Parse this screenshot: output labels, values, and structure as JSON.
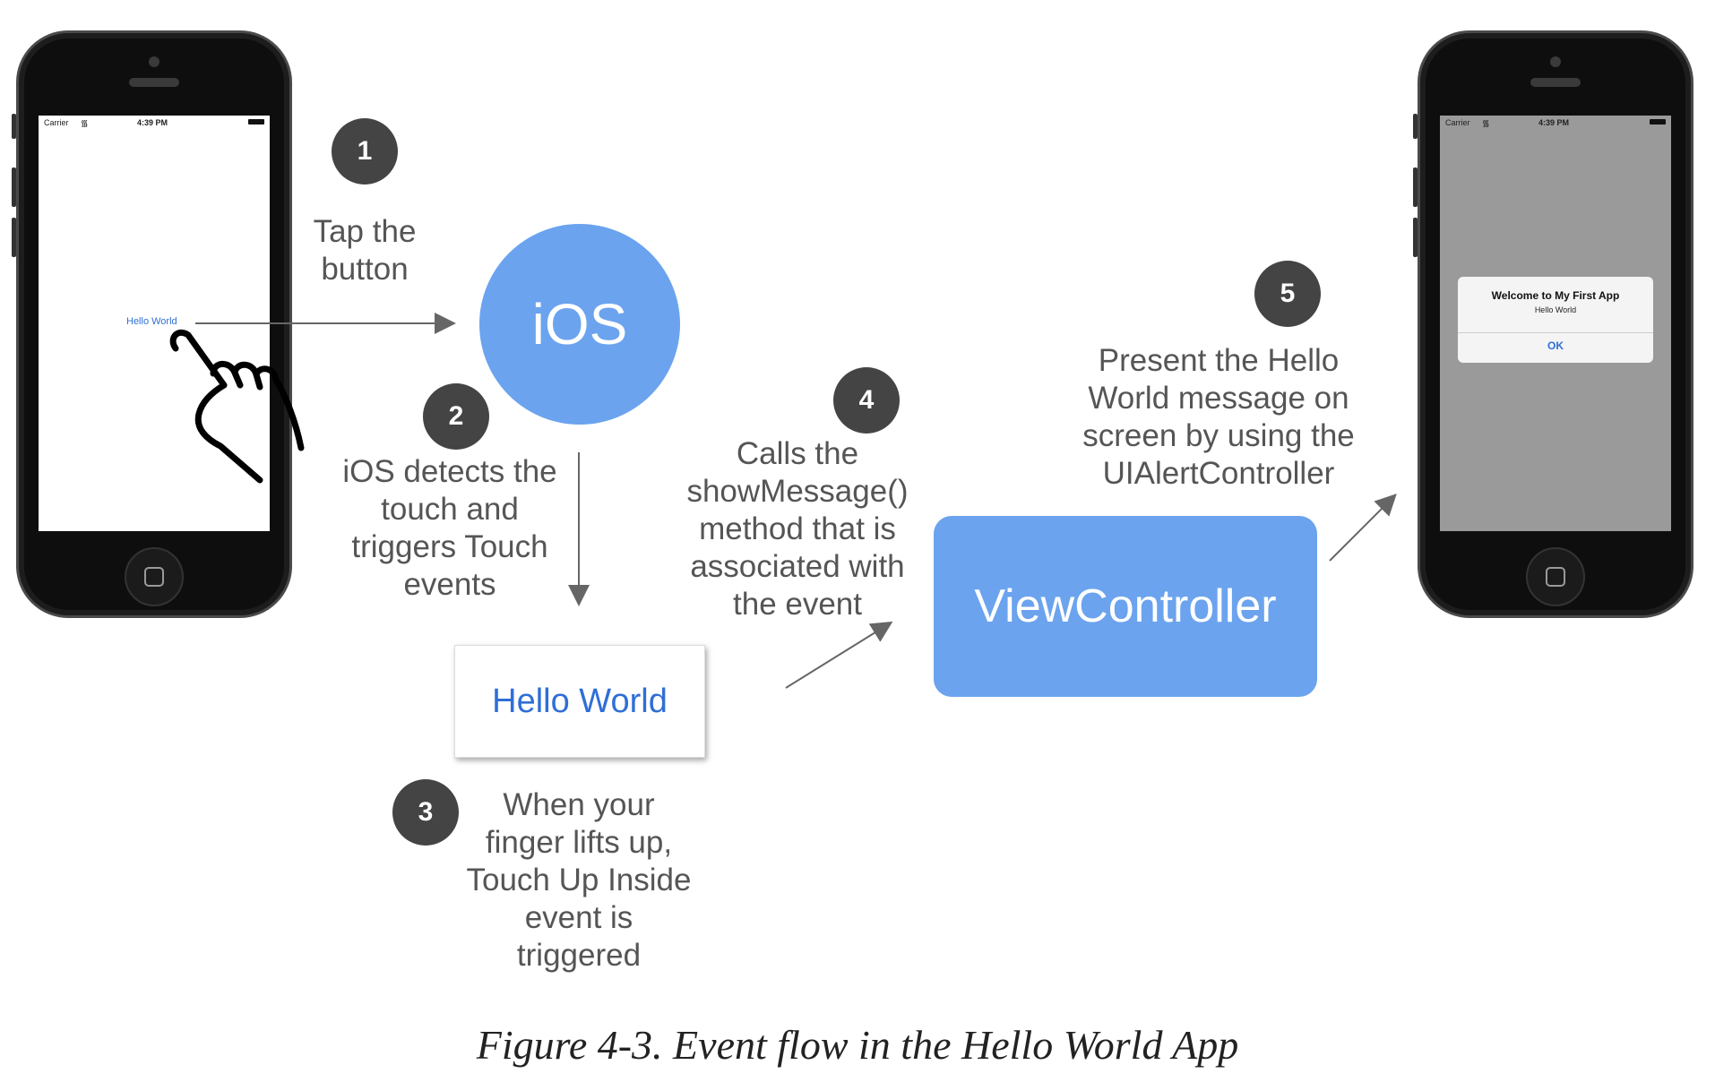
{
  "colors": {
    "accent_blue": "#6ba3ee",
    "step_circle": "#444444",
    "label_text": "#555555",
    "link_blue": "#2f6fd6"
  },
  "left_phone": {
    "status": {
      "carrier": "Carrier",
      "time": "4:39 PM"
    },
    "button_label": "Hello World"
  },
  "right_phone": {
    "status": {
      "carrier": "Carrier",
      "time": "4:39 PM"
    },
    "alert": {
      "title": "Welcome to My First App",
      "message": "Hello World",
      "ok_label": "OK"
    }
  },
  "steps": [
    {
      "number": "1",
      "lines": [
        "Tap the",
        "button"
      ]
    },
    {
      "number": "2",
      "lines": [
        "iOS detects the",
        "touch and",
        "triggers Touch",
        "events"
      ]
    },
    {
      "number": "3",
      "lines": [
        "When your",
        "finger lifts up,",
        "Touch Up Inside",
        "event is",
        "triggered"
      ]
    },
    {
      "number": "4",
      "lines": [
        "Calls the",
        "showMessage()",
        "method that is",
        "associated with",
        "the event"
      ]
    },
    {
      "number": "5",
      "lines": [
        "Present the Hello",
        "World message on",
        "screen by using the",
        "UIAlertController"
      ]
    }
  ],
  "ios_circle": {
    "label": "iOS"
  },
  "hello_button": {
    "label": "Hello World"
  },
  "view_controller": {
    "label": "ViewController"
  },
  "icons": {
    "hand": "pointing-hand-icon",
    "wifi": "wifi-icon",
    "battery": "battery-icon"
  },
  "caption": "Figure 4-3. Event flow in the Hello World App"
}
